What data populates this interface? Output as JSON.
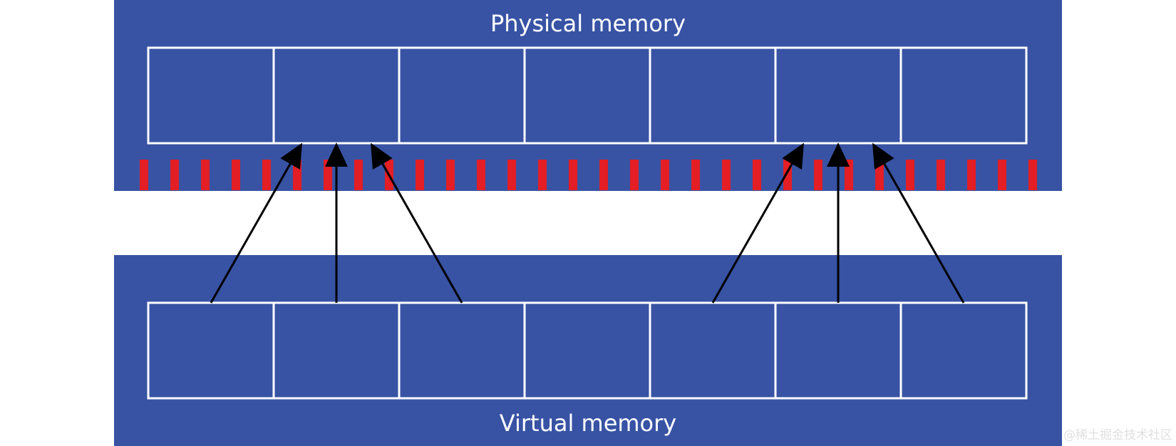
{
  "physical_memory": {
    "title": "Physical memory",
    "background_color": "#3853a4",
    "slot_count": 7
  },
  "virtual_memory": {
    "title": "Virtual memory",
    "background_color": "#3853a4",
    "slot_count": 7
  },
  "colors": {
    "slot_border": "#ffffff",
    "barrier": "#e31e24",
    "arrow": "#000000"
  },
  "mappings": [
    {
      "from_slot": 0,
      "to_slot": 1
    },
    {
      "from_slot": 1,
      "to_slot": 1
    },
    {
      "from_slot": 2,
      "to_slot": 1
    },
    {
      "from_slot": 4,
      "to_slot": 5
    },
    {
      "from_slot": 5,
      "to_slot": 5
    },
    {
      "from_slot": 6,
      "to_slot": 5
    }
  ],
  "watermark": "@稀土掘金技术社区"
}
